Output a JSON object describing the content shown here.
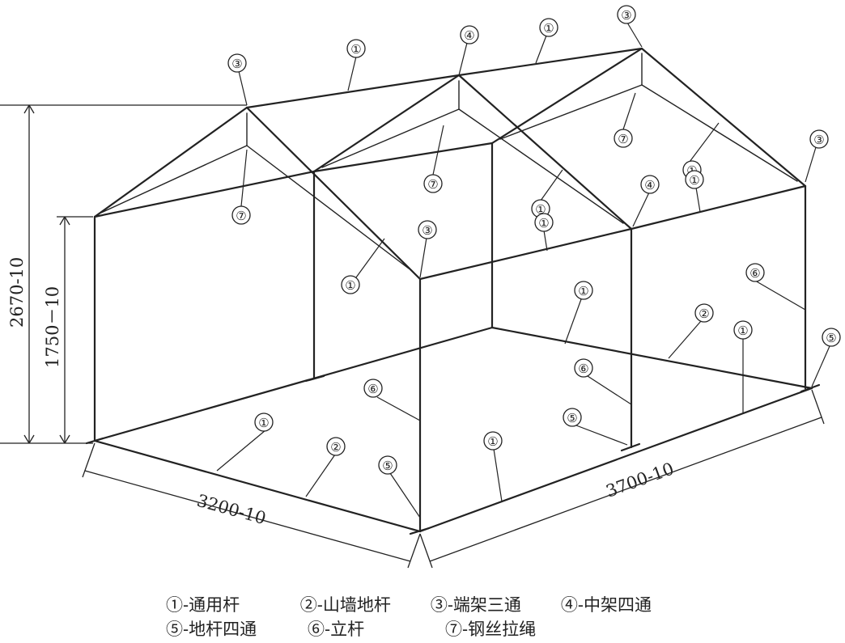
{
  "dimensions": {
    "total_height": "2670-10",
    "wall_height": "1750－10",
    "width": "3200-10",
    "length": "3700-10"
  },
  "callouts": {
    "c1": "①",
    "c2": "②",
    "c3": "③",
    "c4": "④",
    "c5": "⑤",
    "c6": "⑥",
    "c7": "⑦"
  },
  "legend": {
    "row1": [
      "①-通用杆",
      "②-山墙地杆",
      "③-端架三通",
      "④-中架四通"
    ],
    "row2": [
      "⑤-地杆四通",
      "⑥-立杆",
      "⑦-钢丝拉绳"
    ]
  }
}
